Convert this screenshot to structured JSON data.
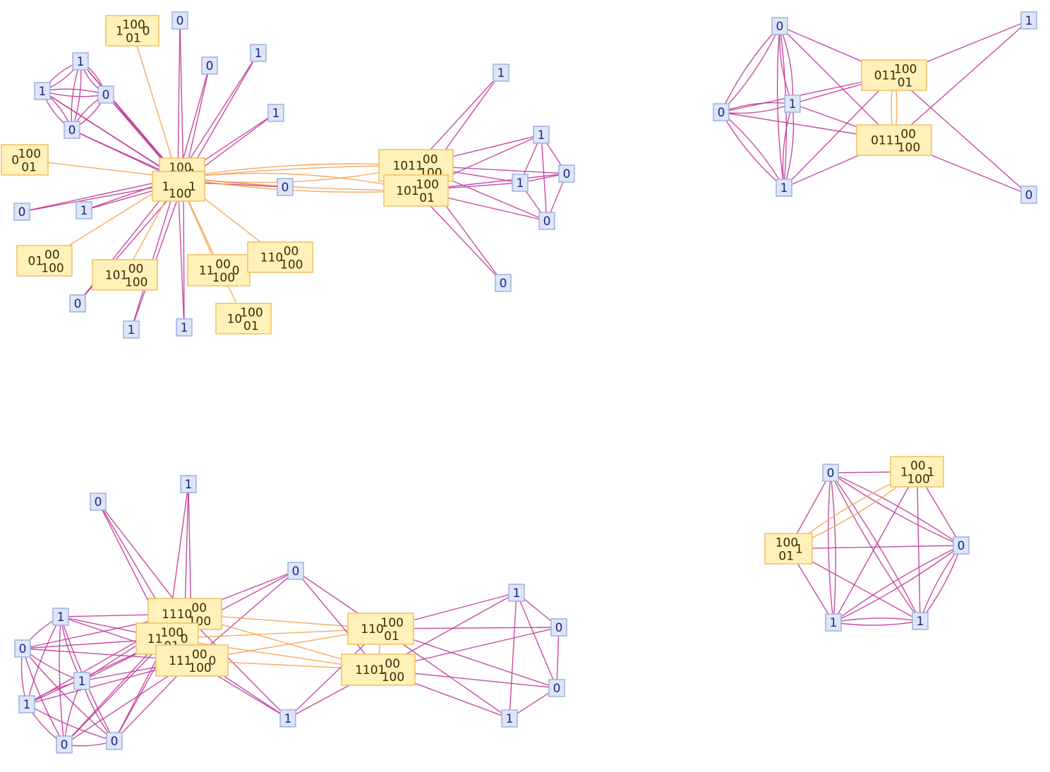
{
  "colors": {
    "leaf_fill": "#dde6f7",
    "leaf_stroke": "#9fb0e0",
    "hub_fill": "#fff1b8",
    "hub_stroke": "#f3be63",
    "edge_magenta": "#c0399a",
    "edge_orange": "#f6a04d"
  },
  "graphs": [
    {
      "id": "g1",
      "hubs": [
        {
          "id": "H1",
          "lines": [
            {
              "text": "1",
              "sub": false
            },
            {
              "text": "100",
              "sup": true
            },
            {
              "text": "01",
              "sub": true
            },
            {
              "text": "0",
              "sub": false
            }
          ]
        },
        {
          "id": "H2",
          "lines": [
            {
              "text": "0",
              "sub": false
            },
            {
              "text": "100",
              "sup": true
            },
            {
              "text": "01",
              "sub": true
            }
          ]
        },
        {
          "id": "H3",
          "lines": [
            {
              "text": "100",
              "sup": true
            },
            {
              "text": "01",
              "sub": true
            },
            {
              "text": "1",
              "sub": false
            }
          ]
        },
        {
          "id": "H4",
          "lines": [
            {
              "text": "1",
              "sub": false
            },
            {
              "text": "100",
              "sub": true
            },
            {
              "text": "1",
              "sub": false
            }
          ]
        },
        {
          "id": "H5",
          "lines": [
            {
              "text": "01",
              "sub": false
            },
            {
              "text": "00",
              "sup": true
            },
            {
              "text": "100",
              "sub": true
            }
          ]
        },
        {
          "id": "H6",
          "lines": [
            {
              "text": "101",
              "sub": false
            },
            {
              "text": "00",
              "sup": true
            },
            {
              "text": "100",
              "sub": true
            }
          ]
        },
        {
          "id": "H7",
          "lines": [
            {
              "text": "11",
              "sub": false
            },
            {
              "text": "00",
              "sup": true
            },
            {
              "text": "100",
              "sub": true
            },
            {
              "text": "0",
              "sub": false
            }
          ]
        },
        {
          "id": "H8",
          "lines": [
            {
              "text": "110",
              "sub": false
            },
            {
              "text": "00",
              "sup": true
            },
            {
              "text": "100",
              "sub": true
            }
          ]
        },
        {
          "id": "H9",
          "lines": [
            {
              "text": "10",
              "sub": false
            },
            {
              "text": "100",
              "sup": true
            },
            {
              "text": "01",
              "sub": true
            }
          ]
        },
        {
          "id": "H10",
          "lines": [
            {
              "text": "1011",
              "sub": false
            },
            {
              "text": "00",
              "sup": true
            },
            {
              "text": "100",
              "sub": true
            }
          ]
        },
        {
          "id": "H11",
          "lines": [
            {
              "text": "101",
              "sub": false
            },
            {
              "text": "100",
              "sup": true
            },
            {
              "text": "01",
              "sub": true
            }
          ]
        }
      ],
      "leaves": [
        "0",
        "0",
        "1",
        "1",
        "1",
        "0",
        "0",
        "1",
        "0",
        "0",
        "1",
        "0",
        "1",
        "1",
        "1",
        "0",
        "1",
        "0",
        "1",
        "0",
        "0"
      ]
    },
    {
      "id": "g2",
      "hubs": [
        {
          "id": "J1",
          "lines": [
            {
              "text": "011",
              "sub": false
            },
            {
              "text": "100",
              "sup": true
            },
            {
              "text": "01",
              "sub": true
            }
          ]
        },
        {
          "id": "J2",
          "lines": [
            {
              "text": "0111",
              "sub": false
            },
            {
              "text": "00",
              "sup": true
            },
            {
              "text": "100",
              "sub": true
            }
          ]
        }
      ],
      "leaves": [
        "0",
        "0",
        "1",
        "1",
        "1",
        "0"
      ]
    },
    {
      "id": "g3",
      "hubs": [
        {
          "id": "K1",
          "lines": [
            {
              "text": "1110",
              "sub": false
            },
            {
              "text": "00",
              "sup": true
            },
            {
              "text": "100",
              "sub": true
            }
          ]
        },
        {
          "id": "K2",
          "lines": [
            {
              "text": "11",
              "sub": false
            },
            {
              "text": "100",
              "sup": true
            },
            {
              "text": "01",
              "sub": true
            },
            {
              "text": "0",
              "sub": false
            }
          ]
        },
        {
          "id": "K3",
          "lines": [
            {
              "text": "111",
              "sub": false
            },
            {
              "text": "00",
              "sup": true
            },
            {
              "text": "100",
              "sub": true
            },
            {
              "text": "0",
              "sub": false
            }
          ]
        },
        {
          "id": "K4",
          "lines": [
            {
              "text": "110",
              "sub": false
            },
            {
              "text": "100",
              "sup": true
            },
            {
              "text": "01",
              "sub": true
            }
          ]
        },
        {
          "id": "K5",
          "lines": [
            {
              "text": "1101",
              "sub": false
            },
            {
              "text": "00",
              "sup": true
            },
            {
              "text": "100",
              "sub": true
            }
          ]
        }
      ],
      "leaves": [
        "0",
        "1",
        "1",
        "0",
        "1",
        "1",
        "0",
        "0",
        "0",
        "0",
        "1",
        "1",
        "0",
        "0",
        "1"
      ]
    },
    {
      "id": "g4",
      "hubs": [
        {
          "id": "L1",
          "lines": [
            {
              "text": "1",
              "sub": false
            },
            {
              "text": "00",
              "sup": true
            },
            {
              "text": "100",
              "sub": true
            },
            {
              "text": "1",
              "sub": false
            }
          ]
        },
        {
          "id": "L2",
          "lines": [
            {
              "text": "100",
              "sup": true
            },
            {
              "text": "01",
              "sub": true
            },
            {
              "text": "1",
              "sub": false
            }
          ]
        }
      ],
      "leaves": [
        "0",
        "0",
        "1",
        "1"
      ]
    }
  ]
}
